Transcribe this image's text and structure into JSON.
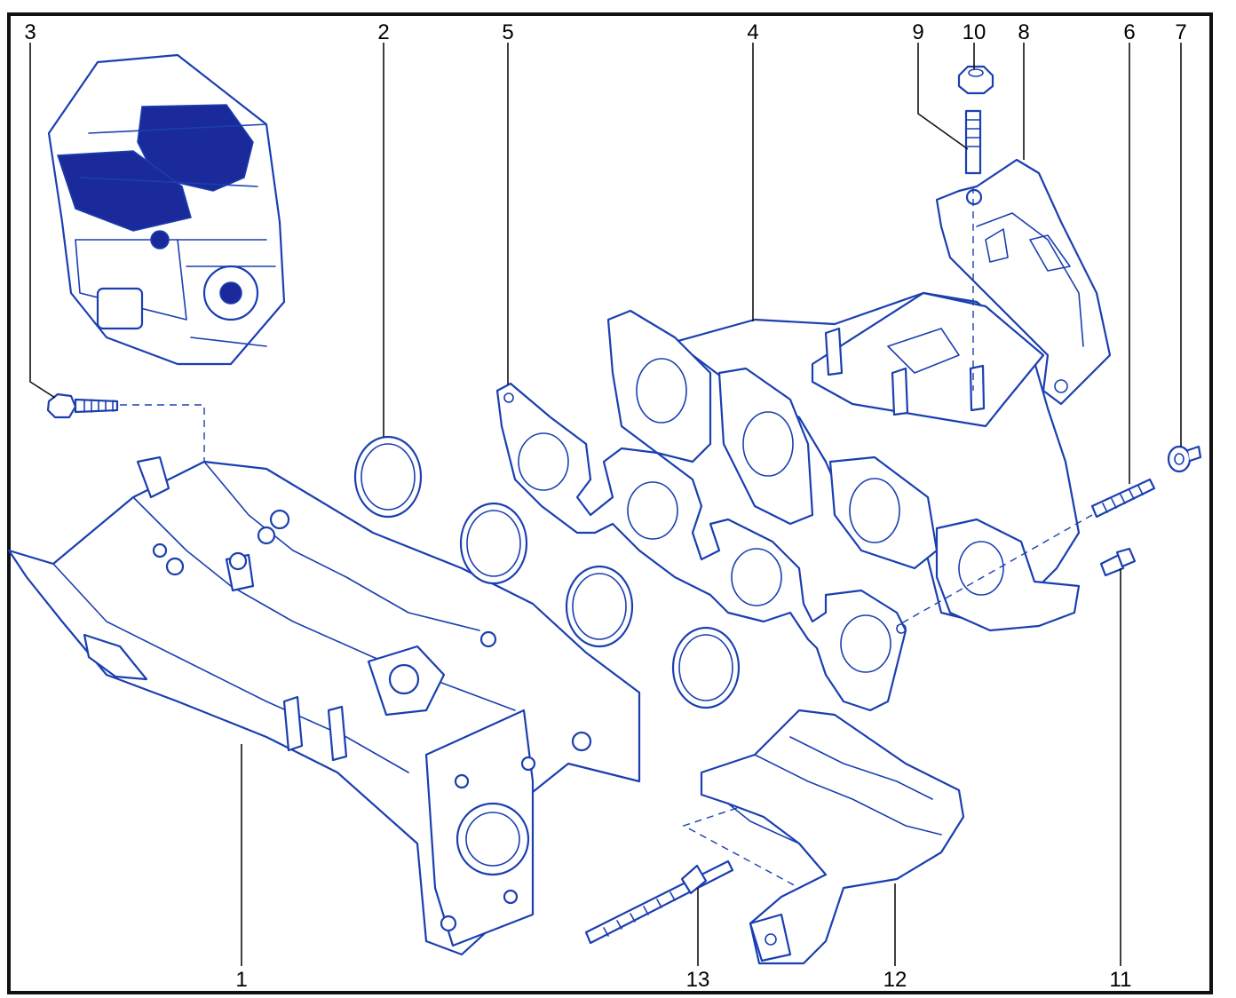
{
  "diagram": {
    "callouts": [
      {
        "id": "1",
        "label": "1"
      },
      {
        "id": "2",
        "label": "2"
      },
      {
        "id": "3",
        "label": "3"
      },
      {
        "id": "4",
        "label": "4"
      },
      {
        "id": "5",
        "label": "5"
      },
      {
        "id": "6",
        "label": "6"
      },
      {
        "id": "7",
        "label": "7"
      },
      {
        "id": "8",
        "label": "8"
      },
      {
        "id": "9",
        "label": "9"
      },
      {
        "id": "10",
        "label": "10"
      },
      {
        "id": "11",
        "label": "11"
      },
      {
        "id": "12",
        "label": "12"
      },
      {
        "id": "13",
        "label": "13"
      }
    ],
    "colors": {
      "line": "#1a3fb0",
      "fill_dark": "#1b2a9a",
      "frame": "#111111",
      "text": "#000000",
      "background": "#ffffff"
    }
  }
}
